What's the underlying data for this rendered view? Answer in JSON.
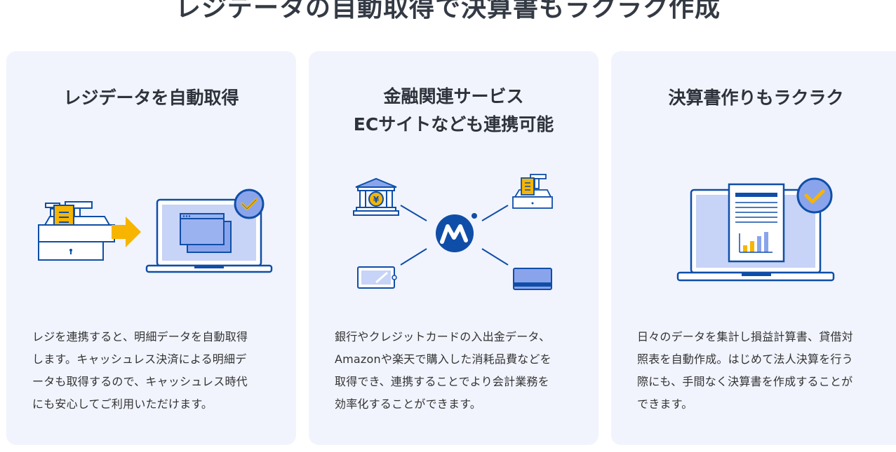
{
  "heading": "レジデータの自動取得で決算書もラクラク作成",
  "colors": {
    "card_bg": "#f1f4fd",
    "navy": "#0f4ea8",
    "light_blue": "#b9c9f5",
    "mid_blue": "#8aa4ec",
    "accent_yellow": "#f7b500"
  },
  "cards": [
    {
      "title_lines": [
        "レジデータを自動取得"
      ],
      "illustration": "register-to-laptop",
      "body_lines": [
        "レジを連携すると、明細データを自動取得",
        "します。キャッシュレス決済による明細デ",
        "ータも取得するので、キャッシュレス時代",
        "にも安心してご利用いただけます。"
      ]
    },
    {
      "title_lines": [
        "金融関連サービス",
        "ECサイトなども連携可能"
      ],
      "illustration": "services-network",
      "body_lines": [
        "銀行やクレジットカードの入出金データ、",
        "Amazonや楽天で購入した消耗品費などを",
        "取得でき、連携することでより会計業務を",
        "効率化することができます。"
      ]
    },
    {
      "title_lines": [
        "決算書作りもラクラク"
      ],
      "illustration": "laptop-report",
      "body_lines": [
        "日々のデータを集計し損益計算書、貸借対",
        "照表を自動作成。はじめて法人決算を行う",
        "際にも、手間なく決算書を作成することが",
        "できます。"
      ]
    }
  ]
}
